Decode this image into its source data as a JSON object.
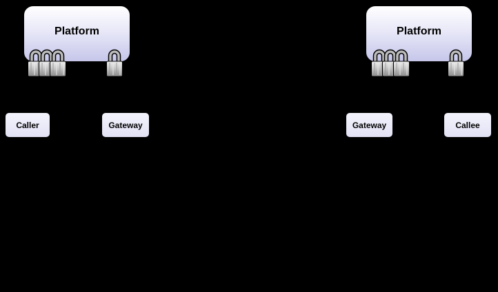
{
  "diagram": {
    "left_platform": {
      "label": "Platform"
    },
    "right_platform": {
      "label": "Platform"
    },
    "nodes": {
      "caller": "Caller",
      "gateway_left": "Gateway",
      "gateway_right": "Gateway",
      "callee": "Callee"
    },
    "icons": {
      "padlock": "padlock-icon"
    },
    "colors": {
      "background": "#000000",
      "platform_gradient_top": "#ffffff",
      "platform_gradient_bottom": "#c6c6ea",
      "node_fill": "#e6e6fa",
      "border": "#000000",
      "lock_metal_light": "#f0f0f0",
      "lock_metal_dark": "#8a8a8a"
    }
  }
}
